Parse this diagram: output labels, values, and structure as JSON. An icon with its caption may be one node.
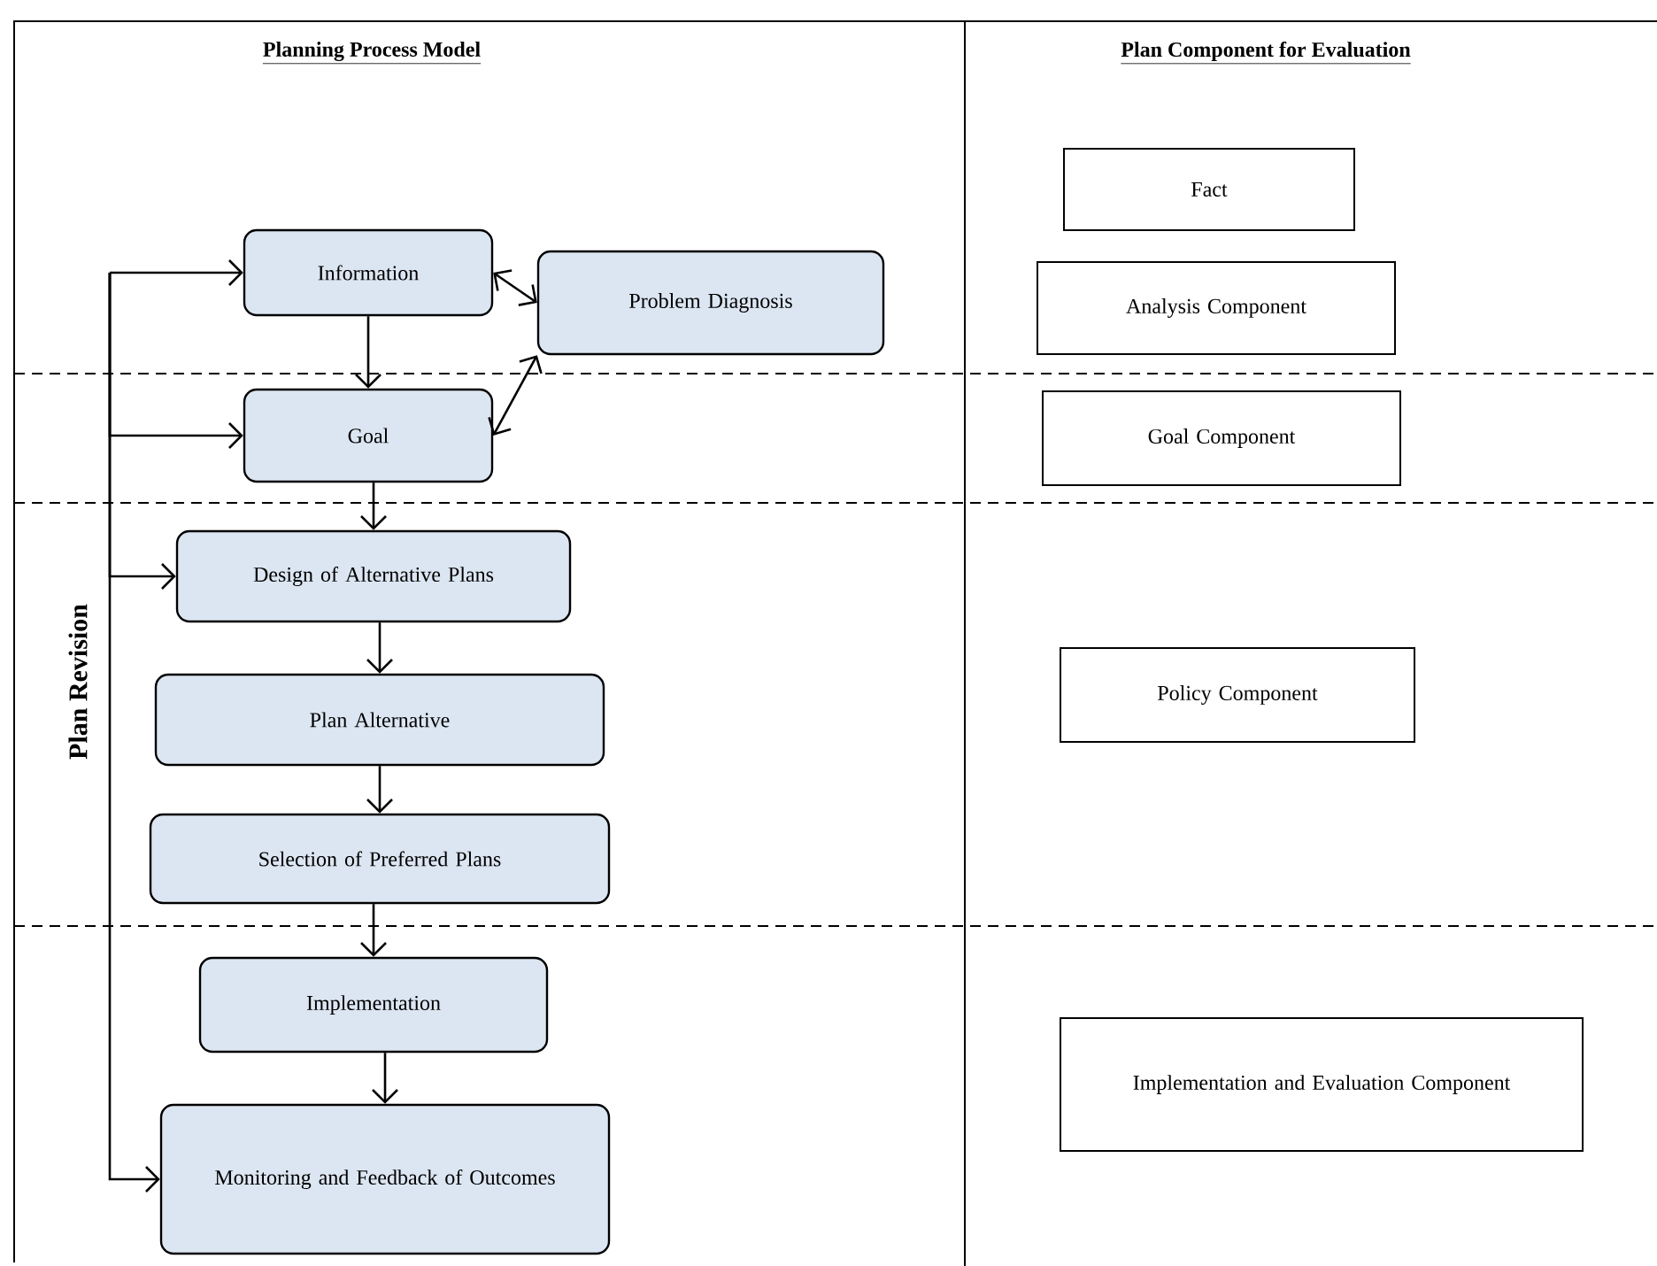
{
  "diagram": {
    "nodes": [
      {
        "text": [
          "Information"
        ]
      },
      {
        "text": [
          "Problem Diagnosis"
        ]
      },
      {
        "text": [
          "Goal"
        ]
      },
      {
        "text": [
          "Design of Alternative Plans"
        ]
      },
      {
        "text": [
          "Plan Alternative"
        ]
      },
      {
        "text": [
          "Selection of Preferred Plans"
        ]
      },
      {
        "text": [
          "Implementation"
        ]
      },
      {
        "text": [
          "Monitoring and Feedback of Outcomes"
        ]
      },
      {
        "text": [
          "Fact"
        ]
      },
      {
        "text": [
          "Analysis Component"
        ]
      },
      {
        "text": [
          "Goal Component"
        ]
      },
      {
        "text": [
          "Policy Component"
        ]
      },
      {
        "text": [
          "Implementation and Evaluation Component"
        ]
      }
    ],
    "edges": [
      {
        "from": 0,
        "to": 1,
        "arrow": "both"
      },
      {
        "from": 2,
        "to": 1,
        "arrow": "both"
      },
      {
        "from": 0,
        "to": 2,
        "arrow": "to"
      },
      {
        "from": 2,
        "to": 3,
        "arrow": "to"
      },
      {
        "from": 3,
        "to": 4,
        "arrow": "to"
      },
      {
        "from": 4,
        "to": 5,
        "arrow": "to"
      },
      {
        "from": 5,
        "to": 6,
        "arrow": "to"
      },
      {
        "from": 6,
        "to": 7,
        "arrow": "to"
      },
      {
        "from": null,
        "to": 0,
        "arrow": "to"
      },
      {
        "from": null,
        "to": 2,
        "arrow": "to"
      },
      {
        "from": null,
        "to": 3,
        "arrow": "to"
      },
      {
        "from": null,
        "to": 7,
        "arrow": "to"
      }
    ],
    "labels": [
      "Planning Process Model",
      "Plan Component for Evaluation",
      "Plan Revision"
    ]
  }
}
